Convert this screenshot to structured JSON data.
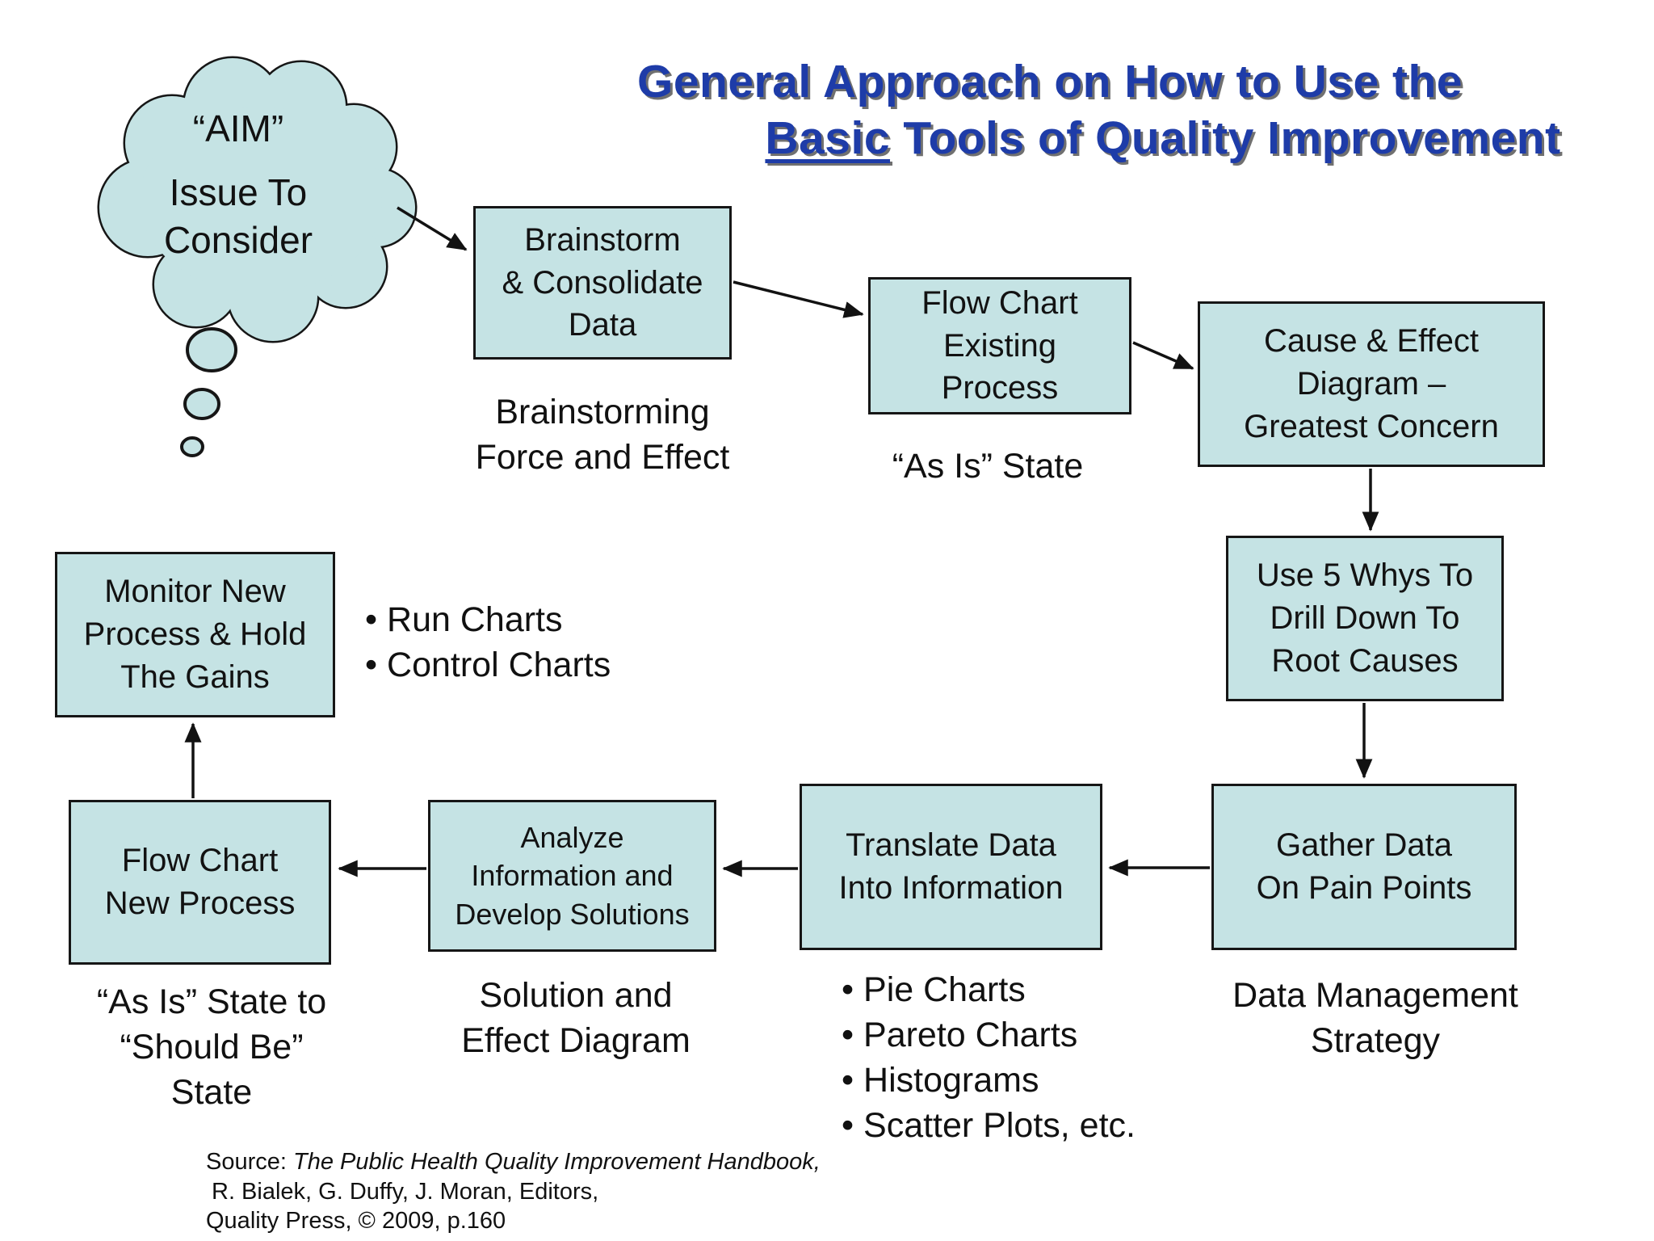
{
  "title": {
    "line1": "General Approach on How to Use the",
    "line2_underlined": "Basic",
    "line2_rest": " Tools of Quality Improvement"
  },
  "cloud": {
    "line1": "“AIM”",
    "line2": "Issue To\nConsider"
  },
  "boxes": {
    "brainstorm": {
      "label": "Brainstorm\n& Consolidate\nData",
      "caption": "Brainstorming\nForce and Effect"
    },
    "flow_existing": {
      "label": "Flow Chart\nExisting\nProcess",
      "caption": "“As Is” State"
    },
    "cause_effect": {
      "label": "Cause & Effect\nDiagram –\nGreatest Concern"
    },
    "five_whys": {
      "label": "Use 5 Whys To\nDrill Down To\nRoot Causes"
    },
    "gather_data": {
      "label": "Gather Data\nOn Pain Points",
      "caption": "Data Management\nStrategy"
    },
    "translate": {
      "label": "Translate Data\nInto Information",
      "bullets": [
        "Pie Charts",
        "Pareto Charts",
        "Histograms",
        "Scatter Plots, etc."
      ]
    },
    "analyze": {
      "label": "Analyze\nInformation and\nDevelop Solutions",
      "caption": "Solution and\nEffect Diagram"
    },
    "flow_new": {
      "label": "Flow Chart\nNew Process",
      "caption": "“As Is” State to\n“Should Be”\nState"
    },
    "monitor": {
      "label": "Monitor New\nProcess & Hold\nThe Gains",
      "bullets": [
        "Run Charts",
        "Control Charts"
      ]
    }
  },
  "source": {
    "prefix": "Source: ",
    "title_italic": "The Public Health Quality Improvement Handbook,",
    "line2": "R. Bialek, G. Duffy, J. Moran, Editors,",
    "line3": "Quality Press, © 2009, p.160"
  },
  "colors": {
    "box_fill": "#c5e3e4",
    "box_border": "#161616",
    "title_blue": "#1e3ca8"
  }
}
